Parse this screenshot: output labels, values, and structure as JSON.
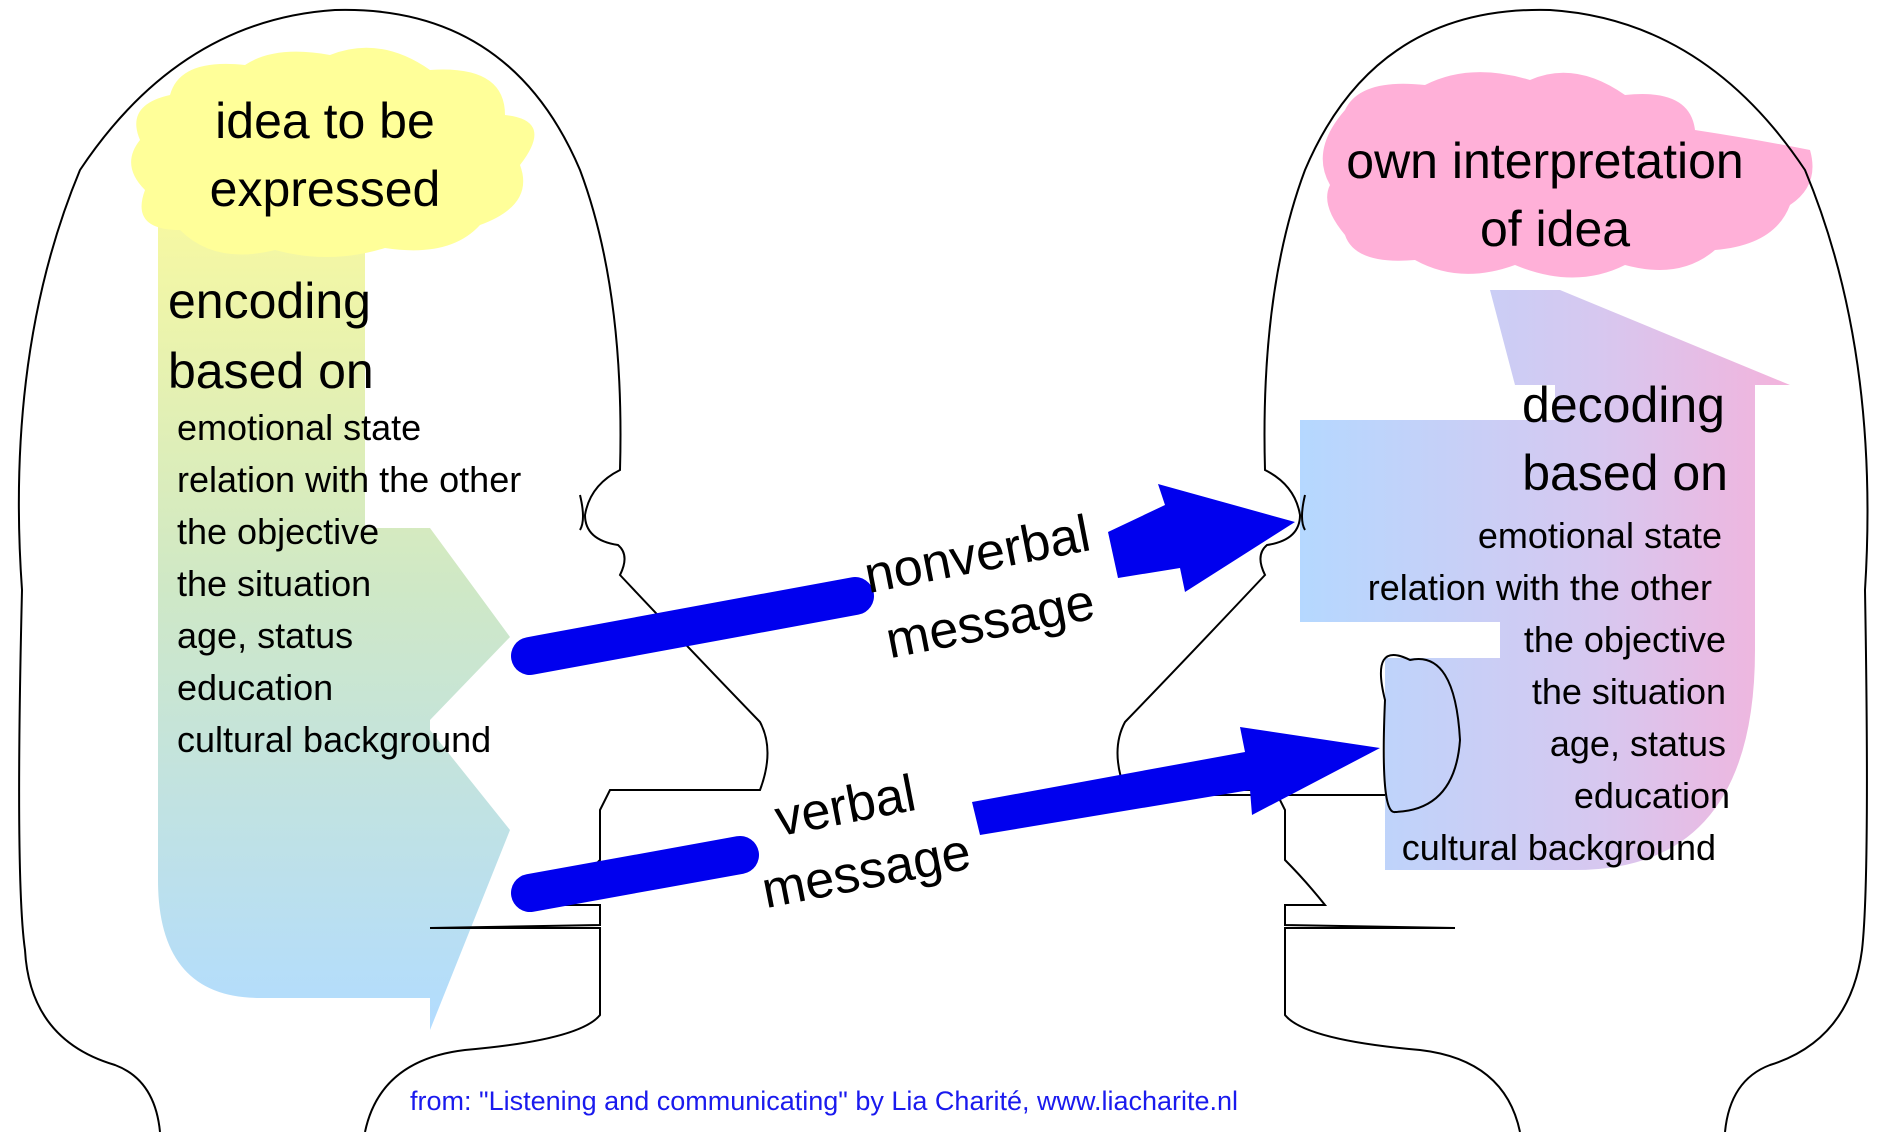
{
  "sender": {
    "idea_cloud": [
      "idea to be",
      "expressed"
    ],
    "encoding_heading": [
      "encoding",
      "based on"
    ],
    "factors": [
      "emotional state",
      "relation with the other",
      "the objective",
      "the situation",
      "age, status",
      "education",
      "cultural background"
    ]
  },
  "receiver": {
    "interpretation_cloud": [
      "own interpretation",
      "of idea"
    ],
    "decoding_heading": [
      "decoding",
      "based on"
    ],
    "factors": [
      "emotional state",
      "relation with the other",
      "the objective",
      "the situation",
      "age, status",
      "education",
      "cultural background"
    ]
  },
  "messages": {
    "nonverbal": [
      "nonverbal",
      "message"
    ],
    "verbal": [
      "verbal",
      "message"
    ]
  },
  "credit": "from: \"Listening and communicating\" by Lia Charité, www.liacharite.nl",
  "colors": {
    "idea_cloud": "#ffff99",
    "interpretation_cloud": "#ffb0d8",
    "message_arrow": "#0000ee",
    "outline": "#000000",
    "credit_text": "#1a1aee",
    "gradient_top": "#f5f7a0",
    "gradient_bottom": "#b2dcff"
  }
}
